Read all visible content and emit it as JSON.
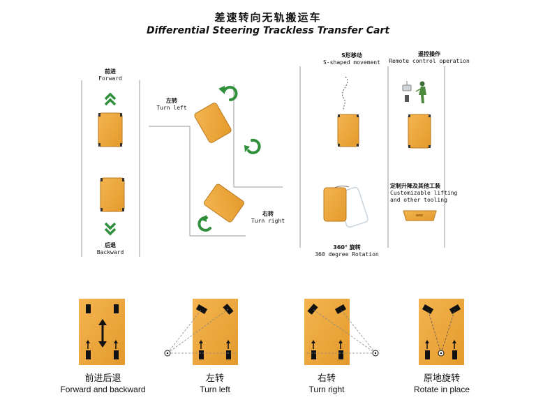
{
  "title": {
    "cn": "差速转向无轨搬运车",
    "en": "Differential Steering Trackless Transfer Cart"
  },
  "panels": {
    "forward": {
      "cn": "前进",
      "en": "Forward"
    },
    "backward": {
      "cn": "后退",
      "en": "Backward"
    },
    "turn_left": {
      "cn": "左转",
      "en": "Turn left"
    },
    "turn_right": {
      "cn": "右转",
      "en": "Turn right"
    },
    "s_shaped": {
      "cn": "S形移动",
      "en": "S-shaped movement"
    },
    "remote": {
      "cn": "遥控操作",
      "en": "Remote control operation"
    },
    "rotation": {
      "cn": "360° 旋转",
      "en": "360 degree Rotation"
    },
    "custom": {
      "cn": "定制升降及其他工装",
      "en1": "Customizable lifting",
      "en2": "and other tooling"
    }
  },
  "captions": [
    {
      "cn": "前进后退",
      "en": "Forward and backward"
    },
    {
      "cn": "左转",
      "en": "Turn left"
    },
    {
      "cn": "右转",
      "en": "Turn right"
    },
    {
      "cn": "原地旋转",
      "en": "Rotate in place"
    }
  ],
  "colors": {
    "cart_fill": "#f0a83c",
    "cart_edge": "#b8771c",
    "arrow_green": "#2f8f3a",
    "line_gray": "#9a9a9a",
    "wheel": "#111111"
  },
  "icons": [
    "chevron-up-icon",
    "chevron-down-icon",
    "curved-arrow-icon",
    "remote-operator-icon",
    "double-arrow-icon"
  ]
}
